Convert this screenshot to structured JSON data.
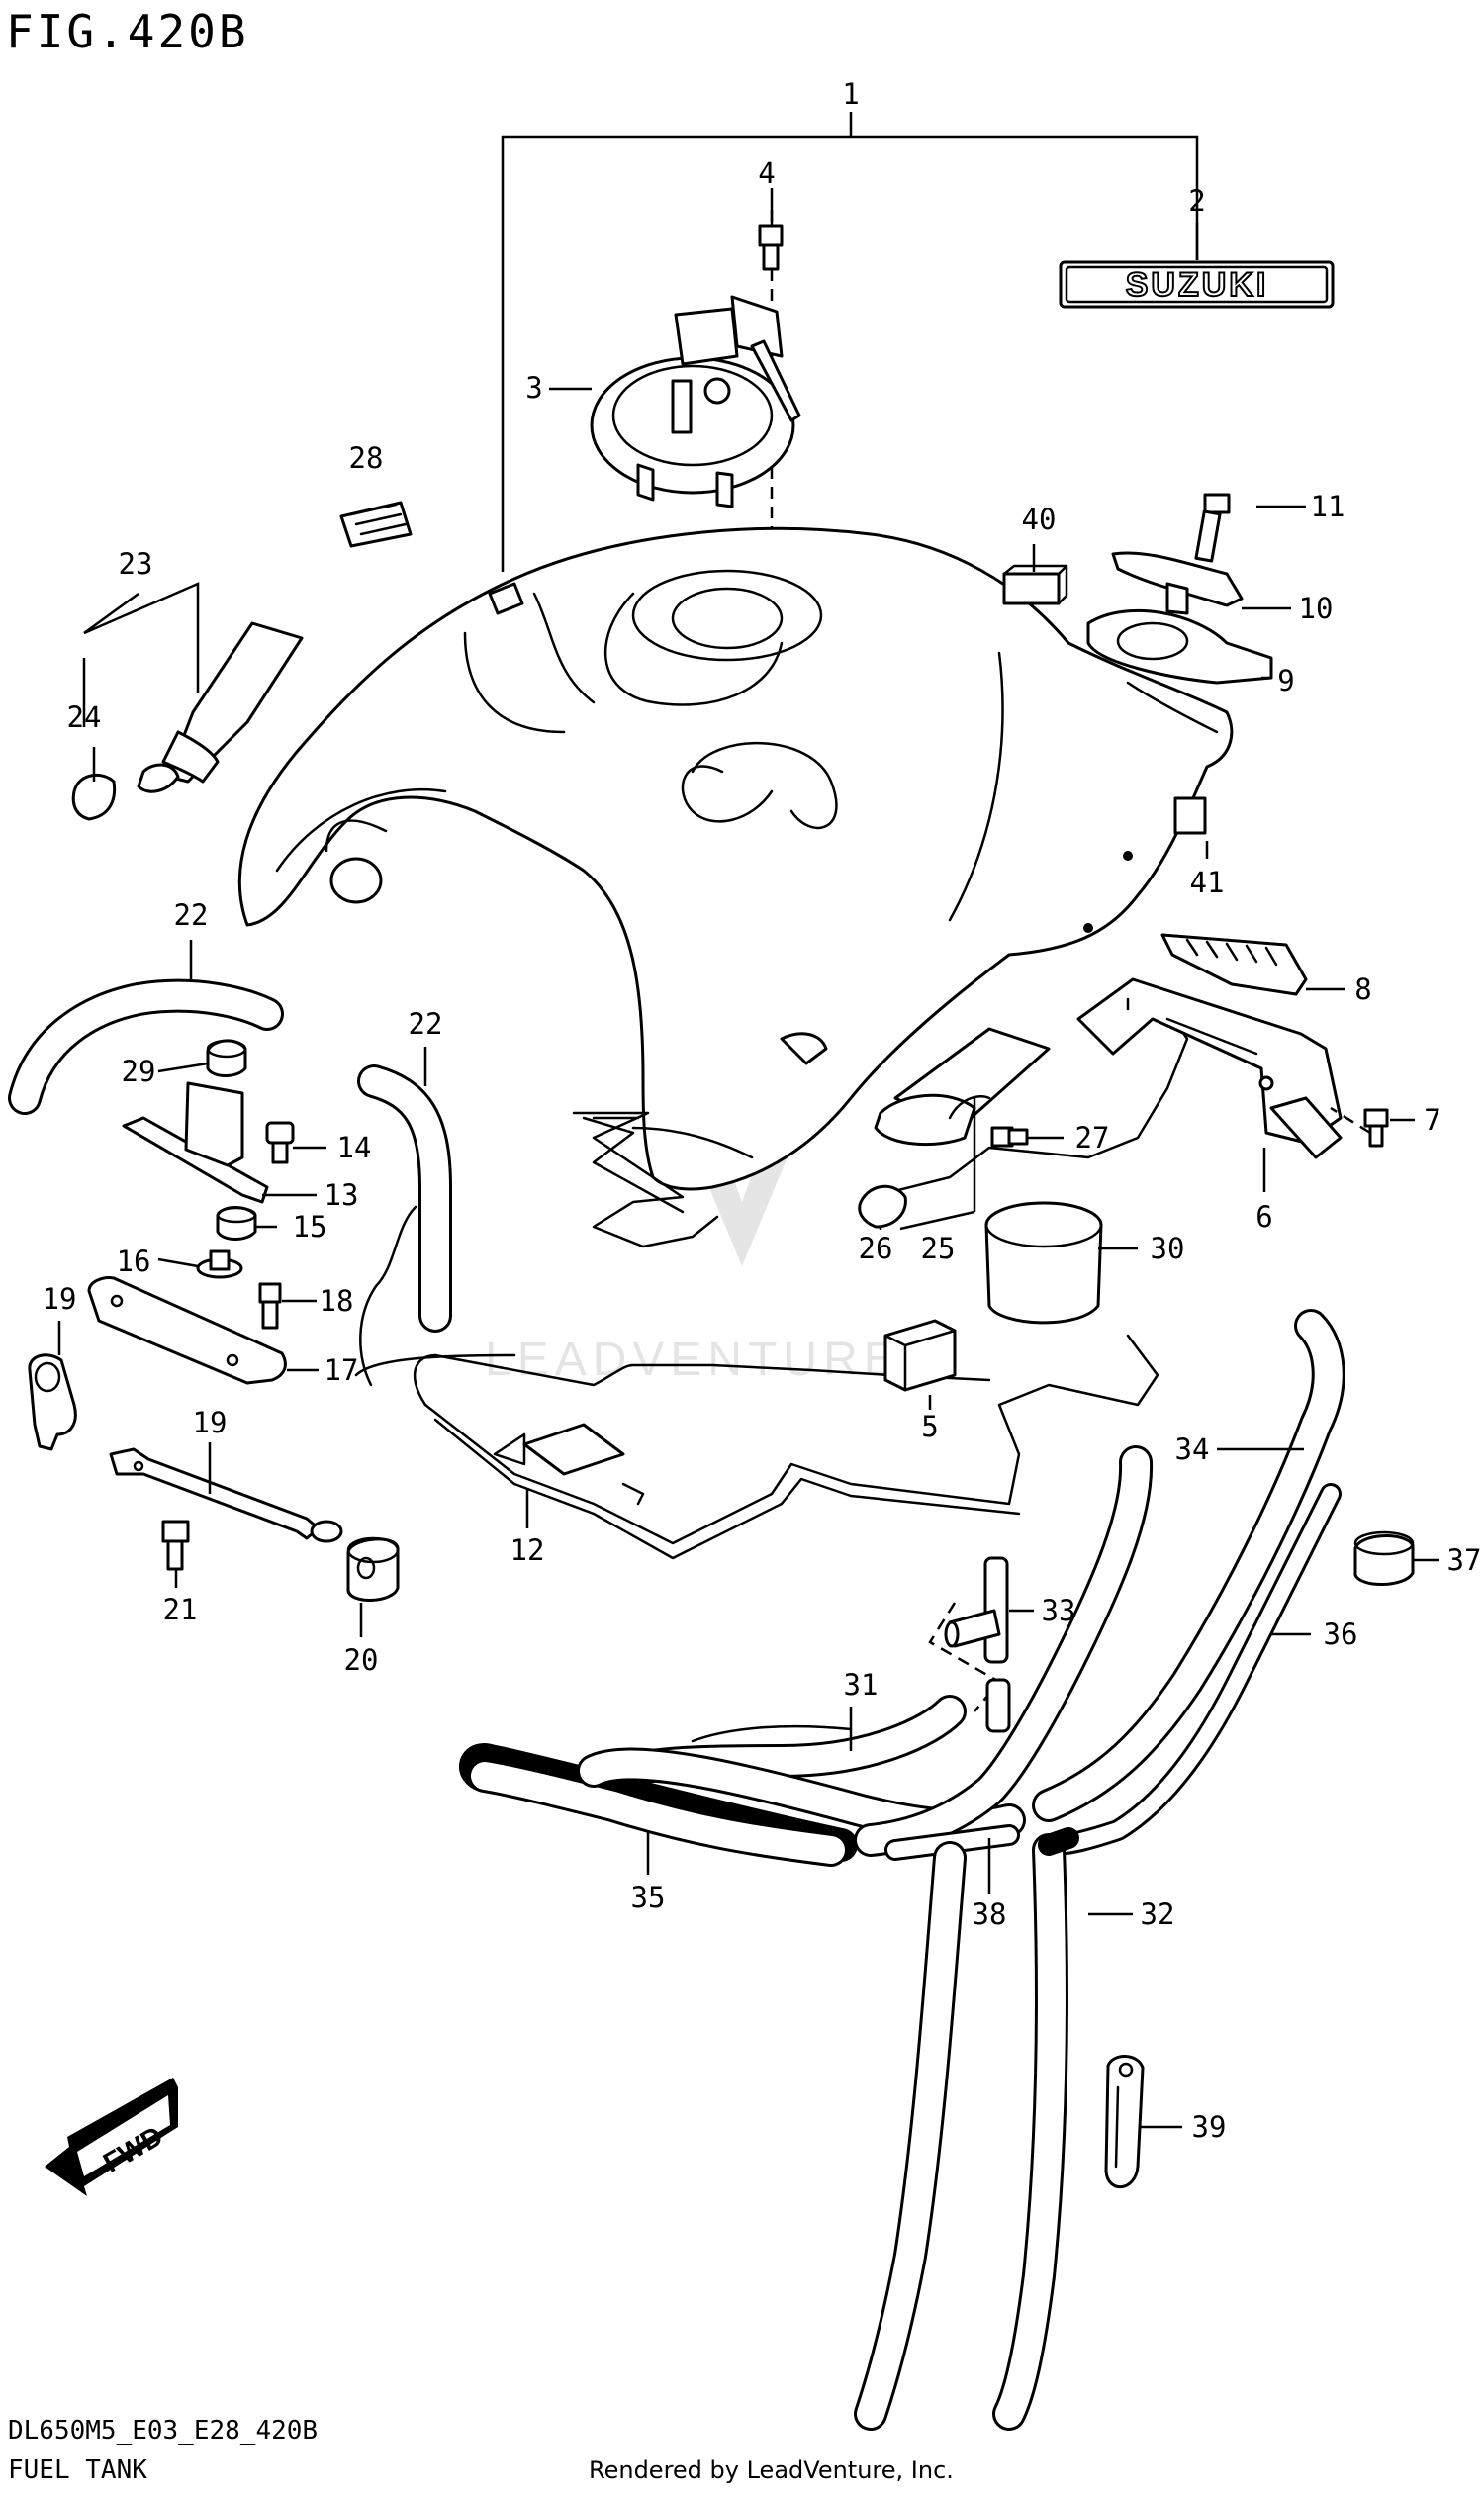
{
  "header": {
    "figure_title": "FIG.420B"
  },
  "footer": {
    "model_code": "DL650M5_E03_E28_420B",
    "section_name": "FUEL TANK",
    "credit": "Rendered by LeadVenture, Inc."
  },
  "watermark": {
    "text": "LEADVENTURE"
  },
  "emblem": {
    "text": "SUZUKI"
  },
  "direction_marker": {
    "text": "FWD"
  },
  "callouts": [
    "1",
    "2",
    "3",
    "4",
    "5",
    "6",
    "7",
    "8",
    "9",
    "10",
    "11",
    "12",
    "13",
    "14",
    "15",
    "16",
    "17",
    "18",
    "19",
    "19",
    "20",
    "21",
    "22",
    "22",
    "23",
    "24",
    "25",
    "26",
    "27",
    "28",
    "29",
    "30",
    "31",
    "32",
    "33",
    "34",
    "35",
    "36",
    "37",
    "38",
    "39",
    "40",
    "41"
  ]
}
